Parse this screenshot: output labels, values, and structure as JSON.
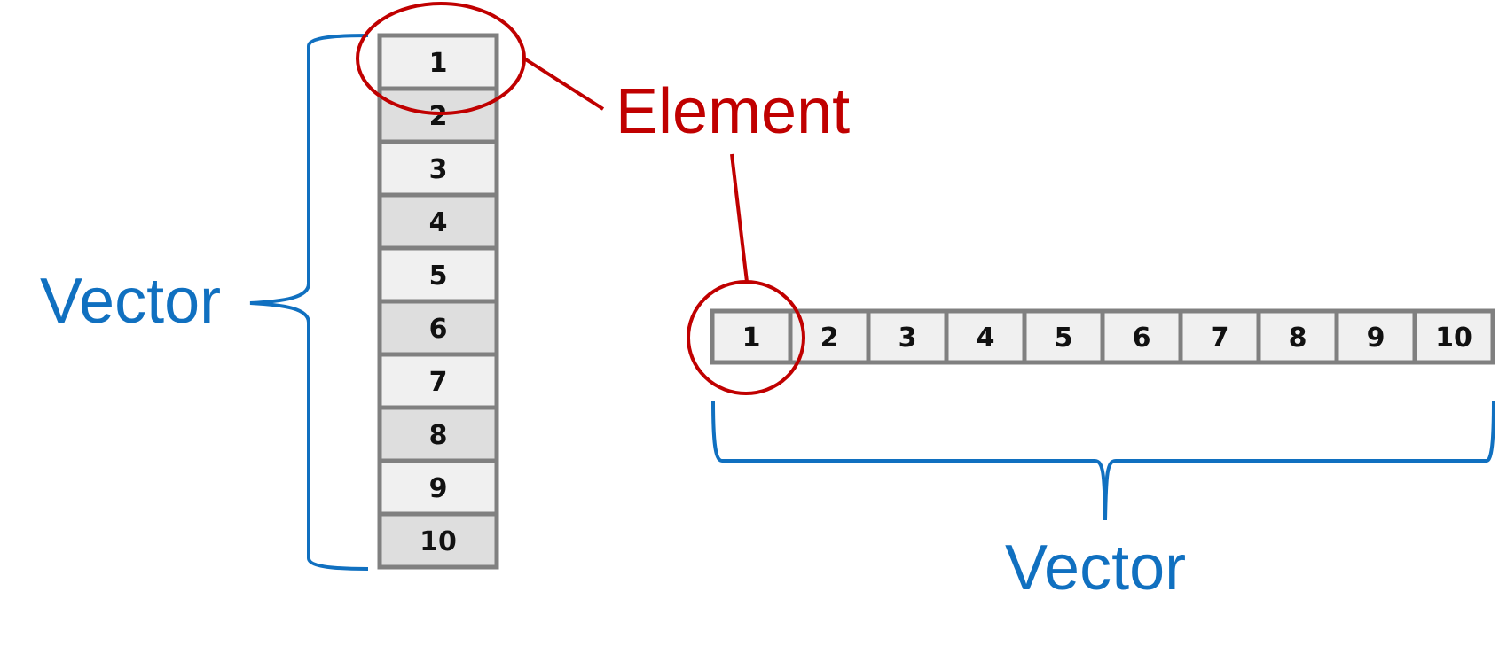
{
  "colors": {
    "vector": "#1070c0",
    "element": "#c00000",
    "cell_fill_light": "#f0f0f0",
    "cell_fill_dark": "#dedede",
    "cell_border": "#808080"
  },
  "labels": {
    "vertical_vector": "Vector",
    "horizontal_vector": "Vector",
    "element": "Element"
  },
  "vertical_vector": {
    "cells": [
      "1",
      "2",
      "3",
      "4",
      "5",
      "6",
      "7",
      "8",
      "9",
      "10"
    ]
  },
  "horizontal_vector": {
    "cells": [
      "1",
      "2",
      "3",
      "4",
      "5",
      "6",
      "7",
      "8",
      "9",
      "10"
    ]
  }
}
